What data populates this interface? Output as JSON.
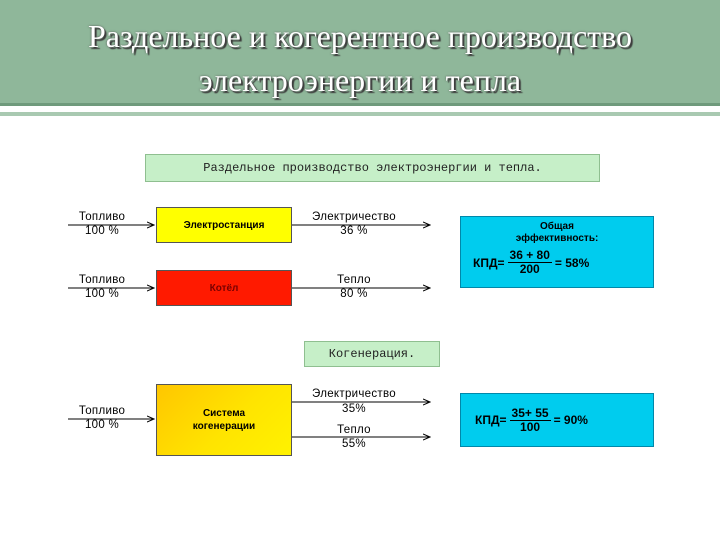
{
  "title": {
    "line1": "Раздельное и когерентное производство",
    "line2": "электроэнергии и тепла"
  },
  "separate": {
    "label": "Раздельное производство электроэнергии и тепла.",
    "plant": {
      "input_label": "Топливо",
      "input_value": "100 %",
      "box": "Электростанция",
      "output_label": "Электричество",
      "output_value": "36 %"
    },
    "boiler": {
      "input_label": "Топливо",
      "input_value": "100 %",
      "box": "Котёл",
      "output_label": "Тепло",
      "output_value": "80 %"
    },
    "efficiency": {
      "heading_1": "Общая",
      "heading_2": "эффективность:",
      "lhs": "КПД=",
      "numerator": "36 + 80",
      "denominator": "200",
      "result": "= 58%"
    }
  },
  "cogeneration": {
    "label": "Когенерация.",
    "input_label": "Топливо",
    "input_value": "100 %",
    "box_line1": "Система",
    "box_line2": "когенерации",
    "elec_label": "Электричество",
    "elec_value": "35%",
    "heat_label": "Тепло",
    "heat_value": "55%",
    "efficiency": {
      "lhs": "КПД=",
      "numerator": "35+ 55",
      "denominator": "100",
      "result": "= 90%"
    }
  }
}
